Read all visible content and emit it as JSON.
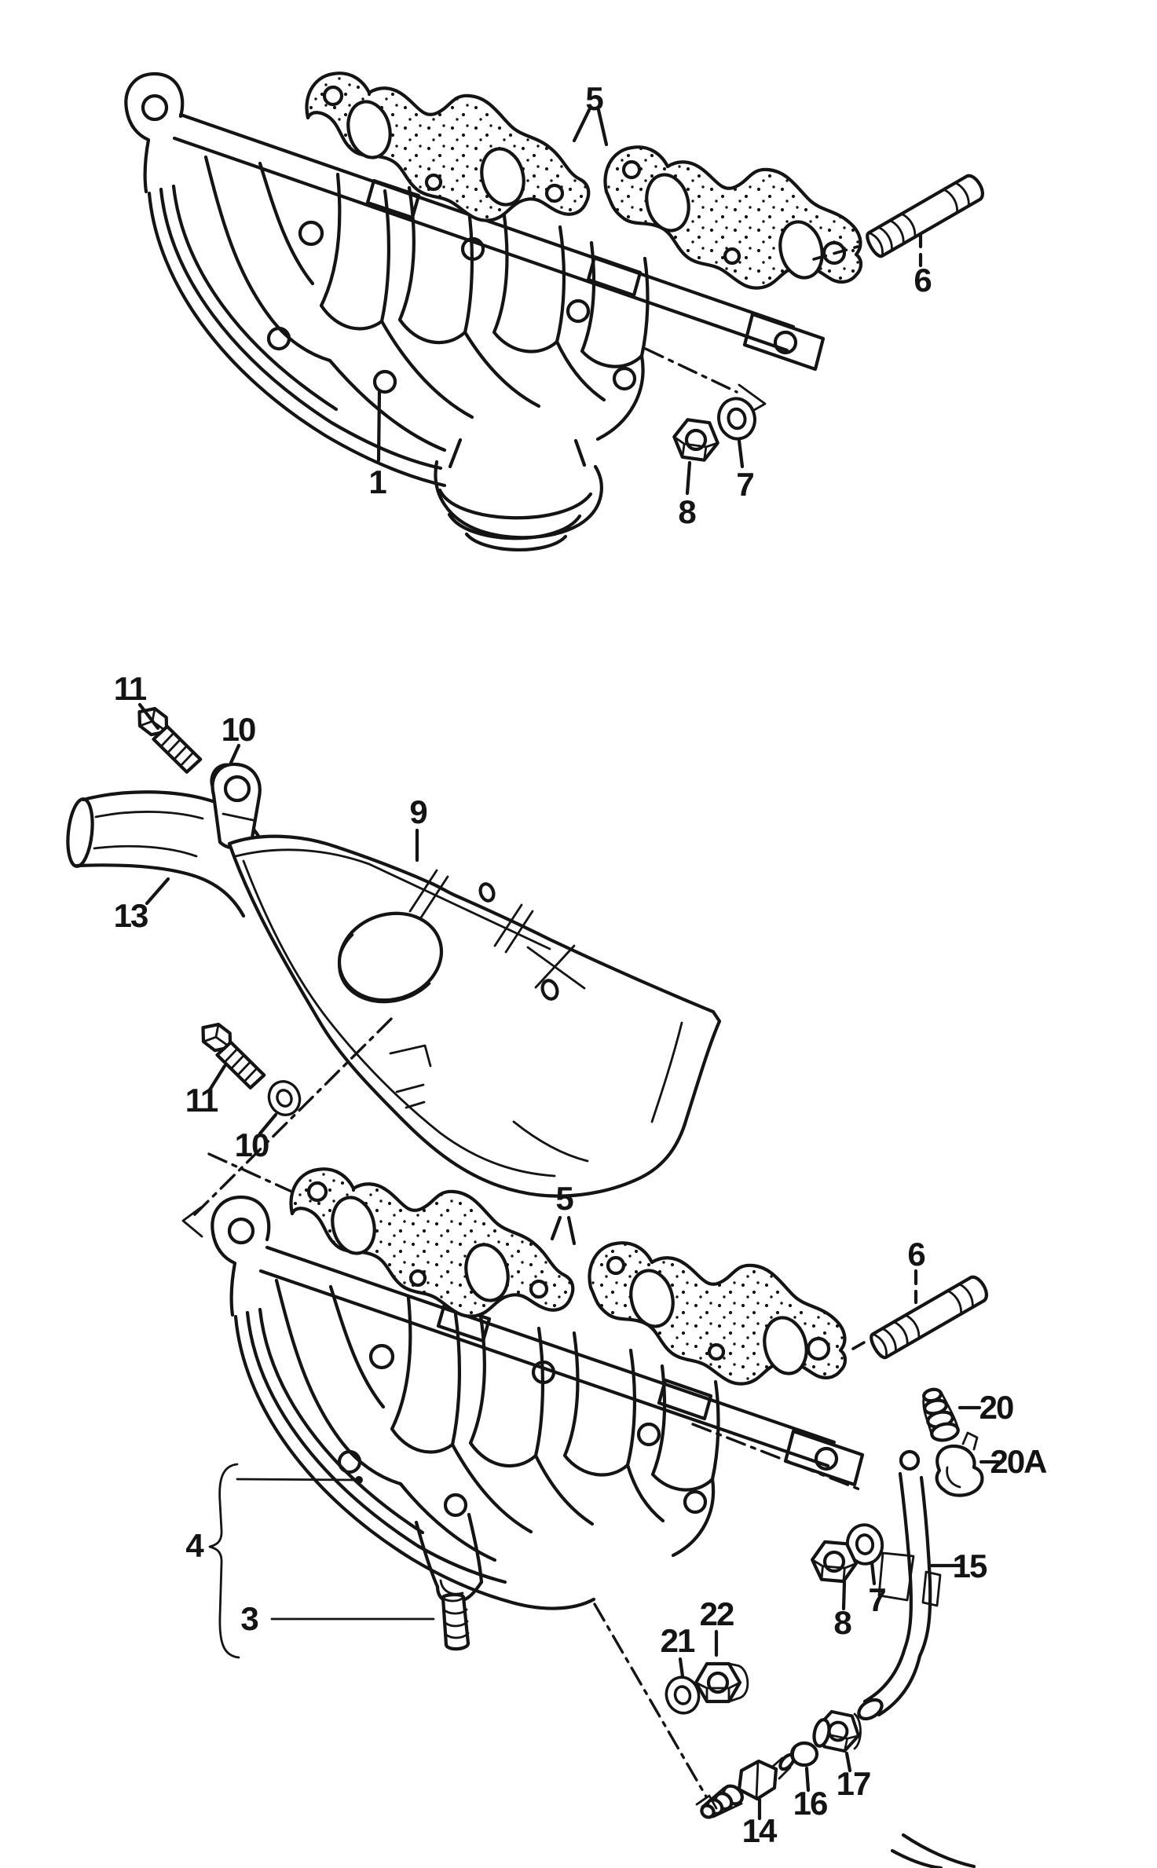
{
  "diagram": {
    "background": "#ffffff",
    "ink": "#141414",
    "callouts": [
      {
        "label": "5"
      },
      {
        "label": "6"
      },
      {
        "label": "7"
      },
      {
        "label": "8"
      },
      {
        "label": "1"
      },
      {
        "label": "11"
      },
      {
        "label": "10"
      },
      {
        "label": "13"
      },
      {
        "label": "9"
      },
      {
        "label": "11"
      },
      {
        "label": "10"
      },
      {
        "label": "5"
      },
      {
        "label": "6"
      },
      {
        "label": "20"
      },
      {
        "label": "20A"
      },
      {
        "label": "15"
      },
      {
        "label": "7"
      },
      {
        "label": "8"
      },
      {
        "label": "4"
      },
      {
        "label": "3"
      },
      {
        "label": "21"
      },
      {
        "label": "22"
      },
      {
        "label": "14"
      },
      {
        "label": "16"
      },
      {
        "label": "17"
      }
    ]
  }
}
